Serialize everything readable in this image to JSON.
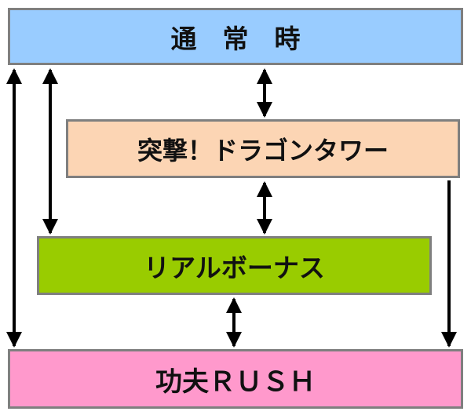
{
  "states": {
    "normal": {
      "label": "通　常　時",
      "color": "#99ccff"
    },
    "dragon_tower": {
      "label": "突撃！ドラゴンタワー",
      "color": "#fcd5b4"
    },
    "real_bonus": {
      "label": "リアルボーナス",
      "color": "#99cc00"
    },
    "kungfu_rush": {
      "label": "功夫ＲＵＳＨ",
      "color": "#ff99cc"
    }
  },
  "arrow_color": "#000000"
}
